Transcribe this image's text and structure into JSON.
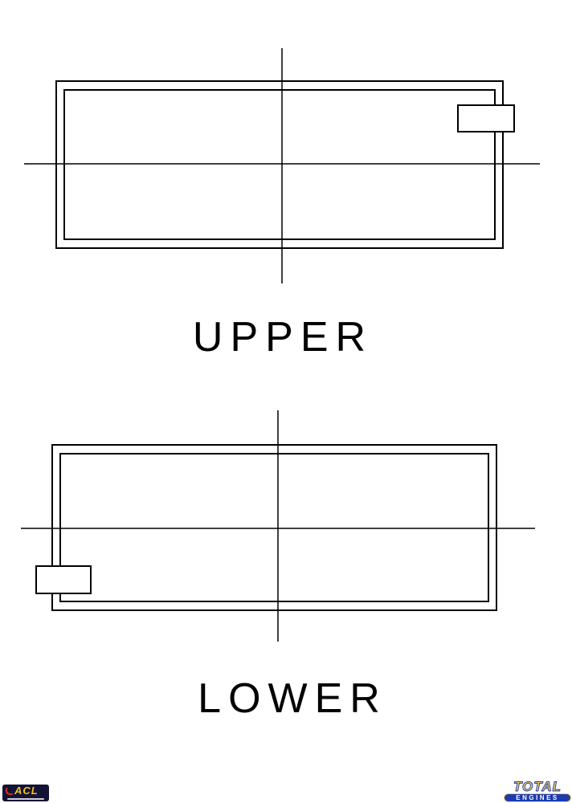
{
  "figures": [
    {
      "id": "upper",
      "label": "UPPER"
    },
    {
      "id": "lower",
      "label": "LOWER"
    }
  ],
  "logos": {
    "acl": {
      "text": "ACL"
    },
    "total_engines": {
      "top": "TOTAL",
      "bottom": "ENGINES"
    }
  },
  "colors": {
    "line": "#000000",
    "background": "#ffffff",
    "acl_bg": "#131335",
    "acl_text": "#f5c21b",
    "acl_accent": "#d22a1e",
    "total_blue": "#1c3bb0",
    "total_yellow": "#ffd24a",
    "total_text": "#ffffff"
  }
}
